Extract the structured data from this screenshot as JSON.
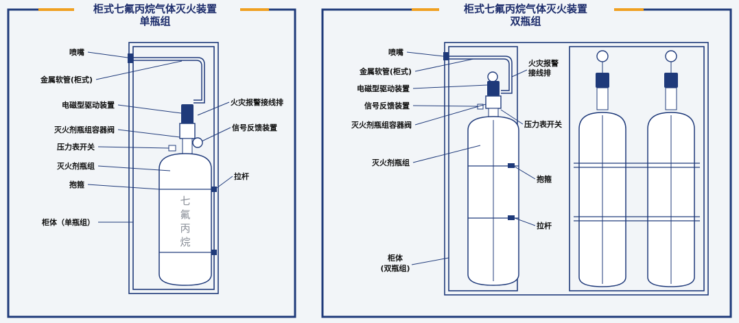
{
  "colors": {
    "frame": "#1f3a7a",
    "accent": "#f0a020",
    "background": "#f2f5f8"
  },
  "left_panel": {
    "title": "柜式七氟丙烷气体灭火装置",
    "subtitle": "单瓶组",
    "bottle_text": [
      "七",
      "氟",
      "丙",
      "烷"
    ],
    "labels": {
      "nozzle": "喷嘴",
      "metal_hose": "金属软管(柜式)",
      "solenoid_driver": "电磁型驱动装置",
      "container_valve": "灭火剂瓶组容器阀",
      "pressure_switch": "压力表开关",
      "agent_bottle": "灭火剂瓶组",
      "hoop": "抱箍",
      "cabinet": "柜体（单瓶组）",
      "fire_alarm_terminal": "火灾报警接线排",
      "signal_feedback": "信号反馈装置",
      "pull_rod": "拉杆"
    }
  },
  "right_panel": {
    "title": "柜式七氟丙烷气体灭火装置",
    "subtitle": "双瓶组",
    "labels": {
      "nozzle": "喷嘴",
      "metal_hose": "金属软管(柜式)",
      "solenoid_driver": "电磁型驱动装置",
      "signal_feedback": "信号反馈装置",
      "container_valve": "灭火剂瓶组容器阀",
      "agent_bottle": "灭火剂瓶组",
      "fire_alarm_terminal_l1": "火灾报警",
      "fire_alarm_terminal_l2": "接线排",
      "pressure_switch": "压力表开关",
      "hoop": "抱箍",
      "pull_rod": "拉杆",
      "cabinet_l1": "柜体",
      "cabinet_l2": "(双瓶组)"
    }
  }
}
